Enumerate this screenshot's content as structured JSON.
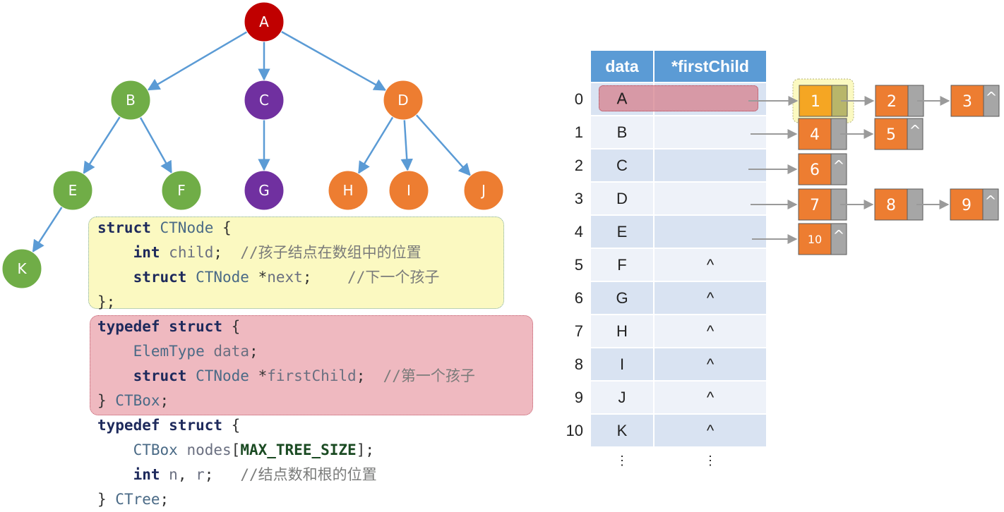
{
  "tree": {
    "nodes": [
      {
        "id": "A",
        "label": "A",
        "color": "#c00000"
      },
      {
        "id": "B",
        "label": "B",
        "color": "#70ad47"
      },
      {
        "id": "C",
        "label": "C",
        "color": "#7030a0"
      },
      {
        "id": "D",
        "label": "D",
        "color": "#ed7d31"
      },
      {
        "id": "E",
        "label": "E",
        "color": "#70ad47"
      },
      {
        "id": "F",
        "label": "F",
        "color": "#70ad47"
      },
      {
        "id": "G",
        "label": "G",
        "color": "#7030a0"
      },
      {
        "id": "H",
        "label": "H",
        "color": "#ed7d31"
      },
      {
        "id": "I",
        "label": "I",
        "color": "#ed7d31"
      },
      {
        "id": "J",
        "label": "J",
        "color": "#ed7d31"
      },
      {
        "id": "K",
        "label": "K",
        "color": "#70ad47"
      }
    ],
    "edges": [
      [
        "A",
        "B"
      ],
      [
        "A",
        "C"
      ],
      [
        "A",
        "D"
      ],
      [
        "B",
        "E"
      ],
      [
        "B",
        "F"
      ],
      [
        "C",
        "G"
      ],
      [
        "D",
        "H"
      ],
      [
        "D",
        "I"
      ],
      [
        "D",
        "J"
      ],
      [
        "E",
        "K"
      ]
    ],
    "edge_color": "#5b9bd5"
  },
  "code": {
    "ctnode": [
      [
        {
          "t": "struct",
          "c": "kw"
        },
        {
          "t": " "
        },
        {
          "t": "CTNode",
          "c": "ty"
        },
        {
          "t": " {"
        }
      ],
      [
        {
          "t": "    "
        },
        {
          "t": "int",
          "c": "kw"
        },
        {
          "t": " "
        },
        {
          "t": "child",
          "c": "id"
        },
        {
          "t": ";  "
        },
        {
          "t": "//孩子结点在数组中的位置",
          "c": "cm"
        }
      ],
      [
        {
          "t": "    "
        },
        {
          "t": "struct",
          "c": "kw"
        },
        {
          "t": " "
        },
        {
          "t": "CTNode",
          "c": "ty"
        },
        {
          "t": " *"
        },
        {
          "t": "next",
          "c": "id"
        },
        {
          "t": ";    "
        },
        {
          "t": "//下一个孩子",
          "c": "cm"
        }
      ],
      [
        {
          "t": "};"
        }
      ]
    ],
    "ctbox": [
      [
        {
          "t": "typedef",
          "c": "kw"
        },
        {
          "t": " "
        },
        {
          "t": "struct",
          "c": "kw"
        },
        {
          "t": " {"
        }
      ],
      [
        {
          "t": "    "
        },
        {
          "t": "ElemType",
          "c": "ty"
        },
        {
          "t": " "
        },
        {
          "t": "data",
          "c": "id"
        },
        {
          "t": ";"
        }
      ],
      [
        {
          "t": "    "
        },
        {
          "t": "struct",
          "c": "kw"
        },
        {
          "t": " "
        },
        {
          "t": "CTNode",
          "c": "ty"
        },
        {
          "t": " *"
        },
        {
          "t": "firstChild",
          "c": "id"
        },
        {
          "t": ";  "
        },
        {
          "t": "//第一个孩子",
          "c": "cm"
        }
      ],
      [
        {
          "t": "} "
        },
        {
          "t": "CTBox",
          "c": "ty"
        },
        {
          "t": ";"
        }
      ]
    ],
    "ctree": [
      [
        {
          "t": "typedef",
          "c": "kw"
        },
        {
          "t": " "
        },
        {
          "t": "struct",
          "c": "kw"
        },
        {
          "t": " {"
        }
      ],
      [
        {
          "t": "    "
        },
        {
          "t": "CTBox",
          "c": "ty"
        },
        {
          "t": " "
        },
        {
          "t": "nodes",
          "c": "id"
        },
        {
          "t": "["
        },
        {
          "t": "MAX_TREE_SIZE",
          "c": "mc"
        },
        {
          "t": "];"
        }
      ],
      [
        {
          "t": "    "
        },
        {
          "t": "int",
          "c": "kw"
        },
        {
          "t": " "
        },
        {
          "t": "n",
          "c": "id"
        },
        {
          "t": ", "
        },
        {
          "t": "r",
          "c": "id"
        },
        {
          "t": ";   "
        },
        {
          "t": "//结点数和根的位置",
          "c": "cm"
        }
      ],
      [
        {
          "t": "} "
        },
        {
          "t": "CTree",
          "c": "ty"
        },
        {
          "t": ";"
        }
      ]
    ]
  },
  "table": {
    "headers": [
      "data",
      "*firstChild"
    ],
    "rows": [
      {
        "index": "0",
        "data": "A",
        "firstChild": ""
      },
      {
        "index": "1",
        "data": "B",
        "firstChild": ""
      },
      {
        "index": "2",
        "data": "C",
        "firstChild": ""
      },
      {
        "index": "3",
        "data": "D",
        "firstChild": ""
      },
      {
        "index": "4",
        "data": "E",
        "firstChild": ""
      },
      {
        "index": "5",
        "data": "F",
        "firstChild": "^"
      },
      {
        "index": "6",
        "data": "G",
        "firstChild": "^"
      },
      {
        "index": "7",
        "data": "H",
        "firstChild": "^"
      },
      {
        "index": "8",
        "data": "I",
        "firstChild": "^"
      },
      {
        "index": "9",
        "data": "J",
        "firstChild": "^"
      },
      {
        "index": "10",
        "data": "K",
        "firstChild": "^"
      }
    ],
    "ellipsis": "⋮",
    "header_color": "#5b9bd5"
  },
  "child_lists": [
    {
      "row": "0",
      "children": [
        "1",
        "2",
        "3"
      ],
      "highlight_first": true
    },
    {
      "row": "1",
      "children": [
        "4",
        "5"
      ]
    },
    {
      "row": "2",
      "children": [
        "6"
      ]
    },
    {
      "row": "3",
      "children": [
        "7",
        "8",
        "9"
      ]
    },
    {
      "row": "4",
      "children": [
        "10"
      ]
    }
  ],
  "list_node_style": {
    "value_color": "#ed7d31",
    "pointer_color": "#a6a6a6",
    "highlight_color": "#f5a623",
    "null_symbol": "^"
  }
}
